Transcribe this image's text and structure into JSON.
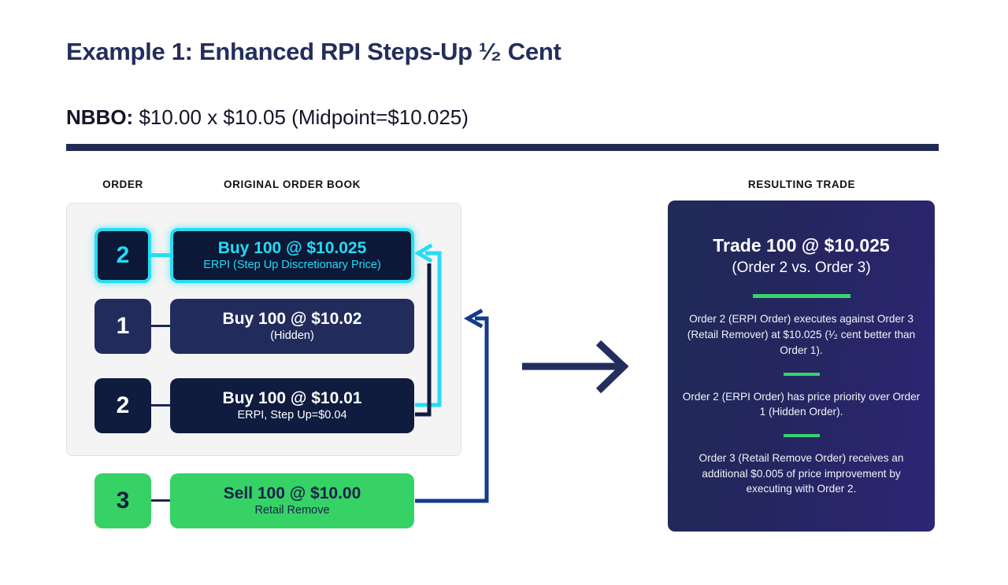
{
  "header": {
    "title": "Example 1: Enhanced RPI Steps-Up ¹⁄₂ Cent",
    "nbbo_label": "NBBO:",
    "nbbo_value": " $10.00 x $10.05 (Midpoint=$10.025)"
  },
  "columns": {
    "order": "ORDER",
    "order_book": "ORIGINAL ORDER BOOK",
    "resulting_trade": "RESULTING TRADE"
  },
  "order_book": {
    "rows": [
      {
        "number": "2",
        "main": "Buy 100 @ $10.025",
        "sub": "ERPI (Step Up Discretionary Price)",
        "highlight": true
      },
      {
        "number": "1",
        "main": "Buy 100 @ $10.02",
        "sub": "(Hidden)",
        "highlight": false
      },
      {
        "number": "2",
        "main": "Buy 100 @ $10.01",
        "sub": "ERPI, Step Up=$0.04",
        "highlight": false
      }
    ],
    "incoming": {
      "number": "3",
      "main": "Sell 100 @ $10.00",
      "sub": "Retail Remove"
    }
  },
  "result": {
    "headline": "Trade 100 @ $10.025",
    "subhead": "(Order 2 vs. Order 3)",
    "notes": [
      "Order 2 (ERPI Order) executes against Order 3 (Retail Remover) at $10.025 (¹⁄₂ cent better than Order 1).",
      "Order 2 (ERPI Order) has price priority over Order 1 (Hidden Order).",
      "Order 3 (Retail Remove Order) receives an additional $0.005 of price improvement by executing with Order 2."
    ]
  },
  "colors": {
    "navy": "#222b54",
    "deep_navy": "#0f1c3f",
    "mid_navy": "#222c5c",
    "cyan": "#27dcf5",
    "green": "#36d266",
    "purple": "#2d2675"
  },
  "icons": {
    "flow_arrow": "right-arrow-icon",
    "erpi_elbow": "cyan-elbow-arrow-icon",
    "book_elbow": "navy-elbow-arrow-icon"
  }
}
